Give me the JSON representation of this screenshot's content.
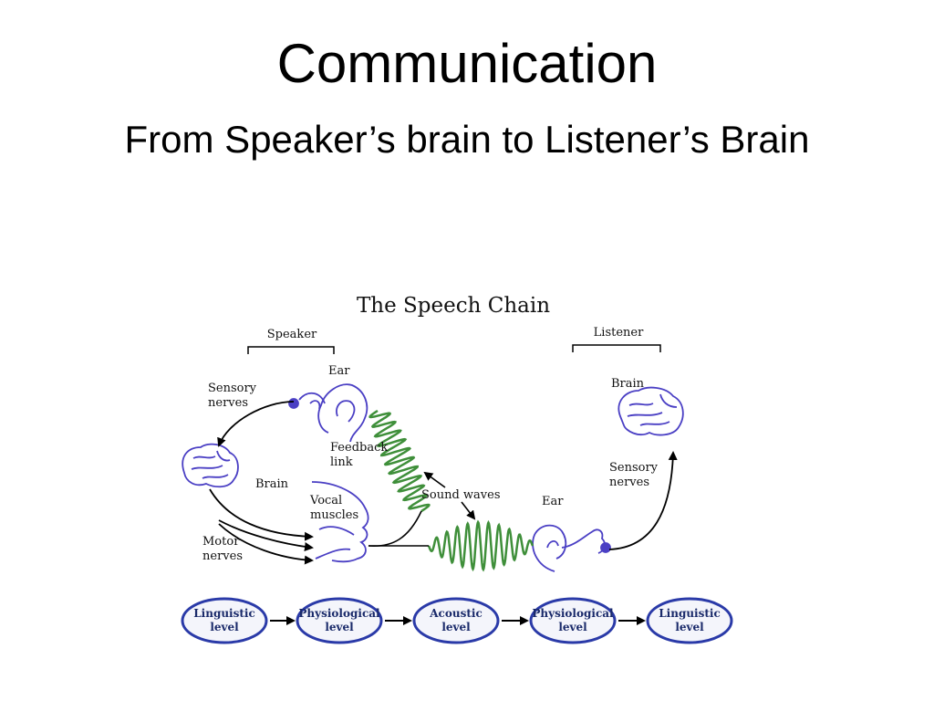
{
  "slide": {
    "title": "Communication",
    "subtitle": "From Speaker’s brain to Listener’s Brain"
  },
  "diagram": {
    "caption": "The Speech Chain",
    "speaker_label": "Speaker",
    "listener_label": "Listener",
    "labels": {
      "ear_speaker": "Ear",
      "sensory_nerves_speaker": [
        "Sensory",
        "nerves"
      ],
      "brain_speaker": "Brain",
      "feedback_link": [
        "Feedback",
        "link"
      ],
      "vocal_muscles": [
        "Vocal",
        "muscles"
      ],
      "motor_nerves": [
        "Motor",
        "nerves"
      ],
      "sound_waves": "Sound waves",
      "ear_listener": "Ear",
      "brain_listener": "Brain",
      "sensory_nerves_listener": [
        "Sensory",
        "nerves"
      ]
    },
    "stages": [
      [
        "Linguistic",
        "level"
      ],
      [
        "Physiological",
        "level"
      ],
      [
        "Acoustic",
        "level"
      ],
      [
        "Physiological",
        "level"
      ],
      [
        "Linguistic",
        "level"
      ]
    ],
    "colors": {
      "organ_outline": "#4a3fc4",
      "sound_wave": "#3f8f3a",
      "stage_border": "#2a3aa8",
      "arrow": "#000000"
    }
  }
}
